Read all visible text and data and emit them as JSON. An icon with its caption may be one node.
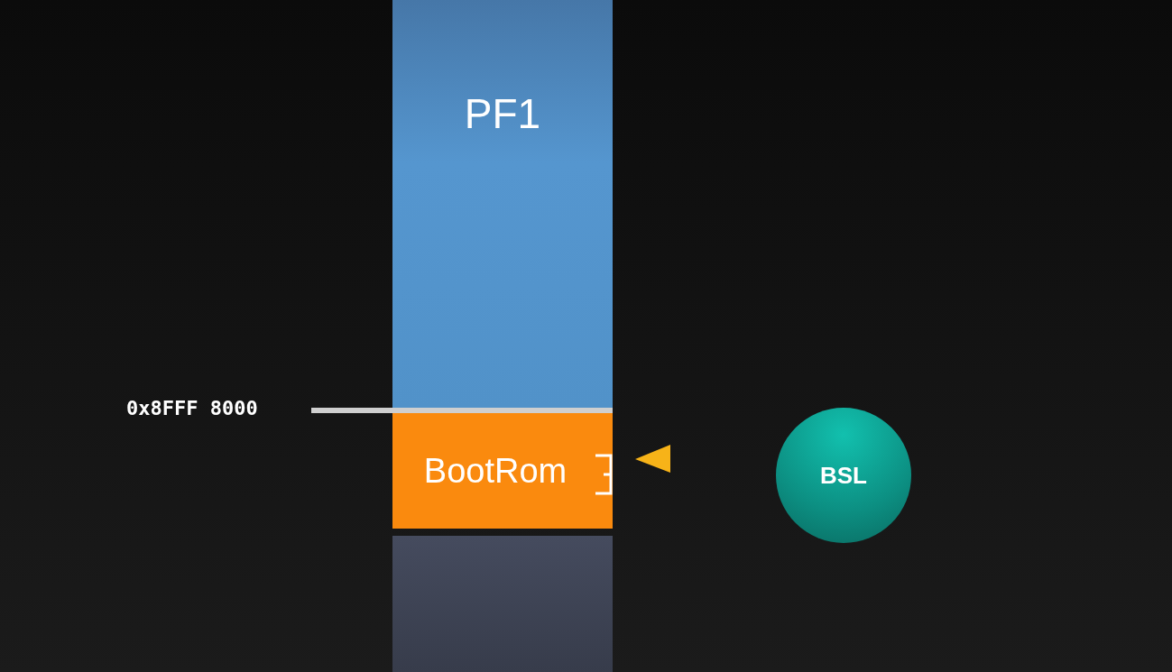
{
  "diagram": {
    "nodes": [
      {
        "text": [
          "PF1"
        ]
      },
      {
        "text": [
          "BootRom"
        ]
      },
      {
        "text": [],
        "shape": "box"
      },
      {
        "text": [
          "BSL"
        ]
      }
    ],
    "edges": [],
    "labels": [
      "0x8FFF 8000"
    ]
  }
}
